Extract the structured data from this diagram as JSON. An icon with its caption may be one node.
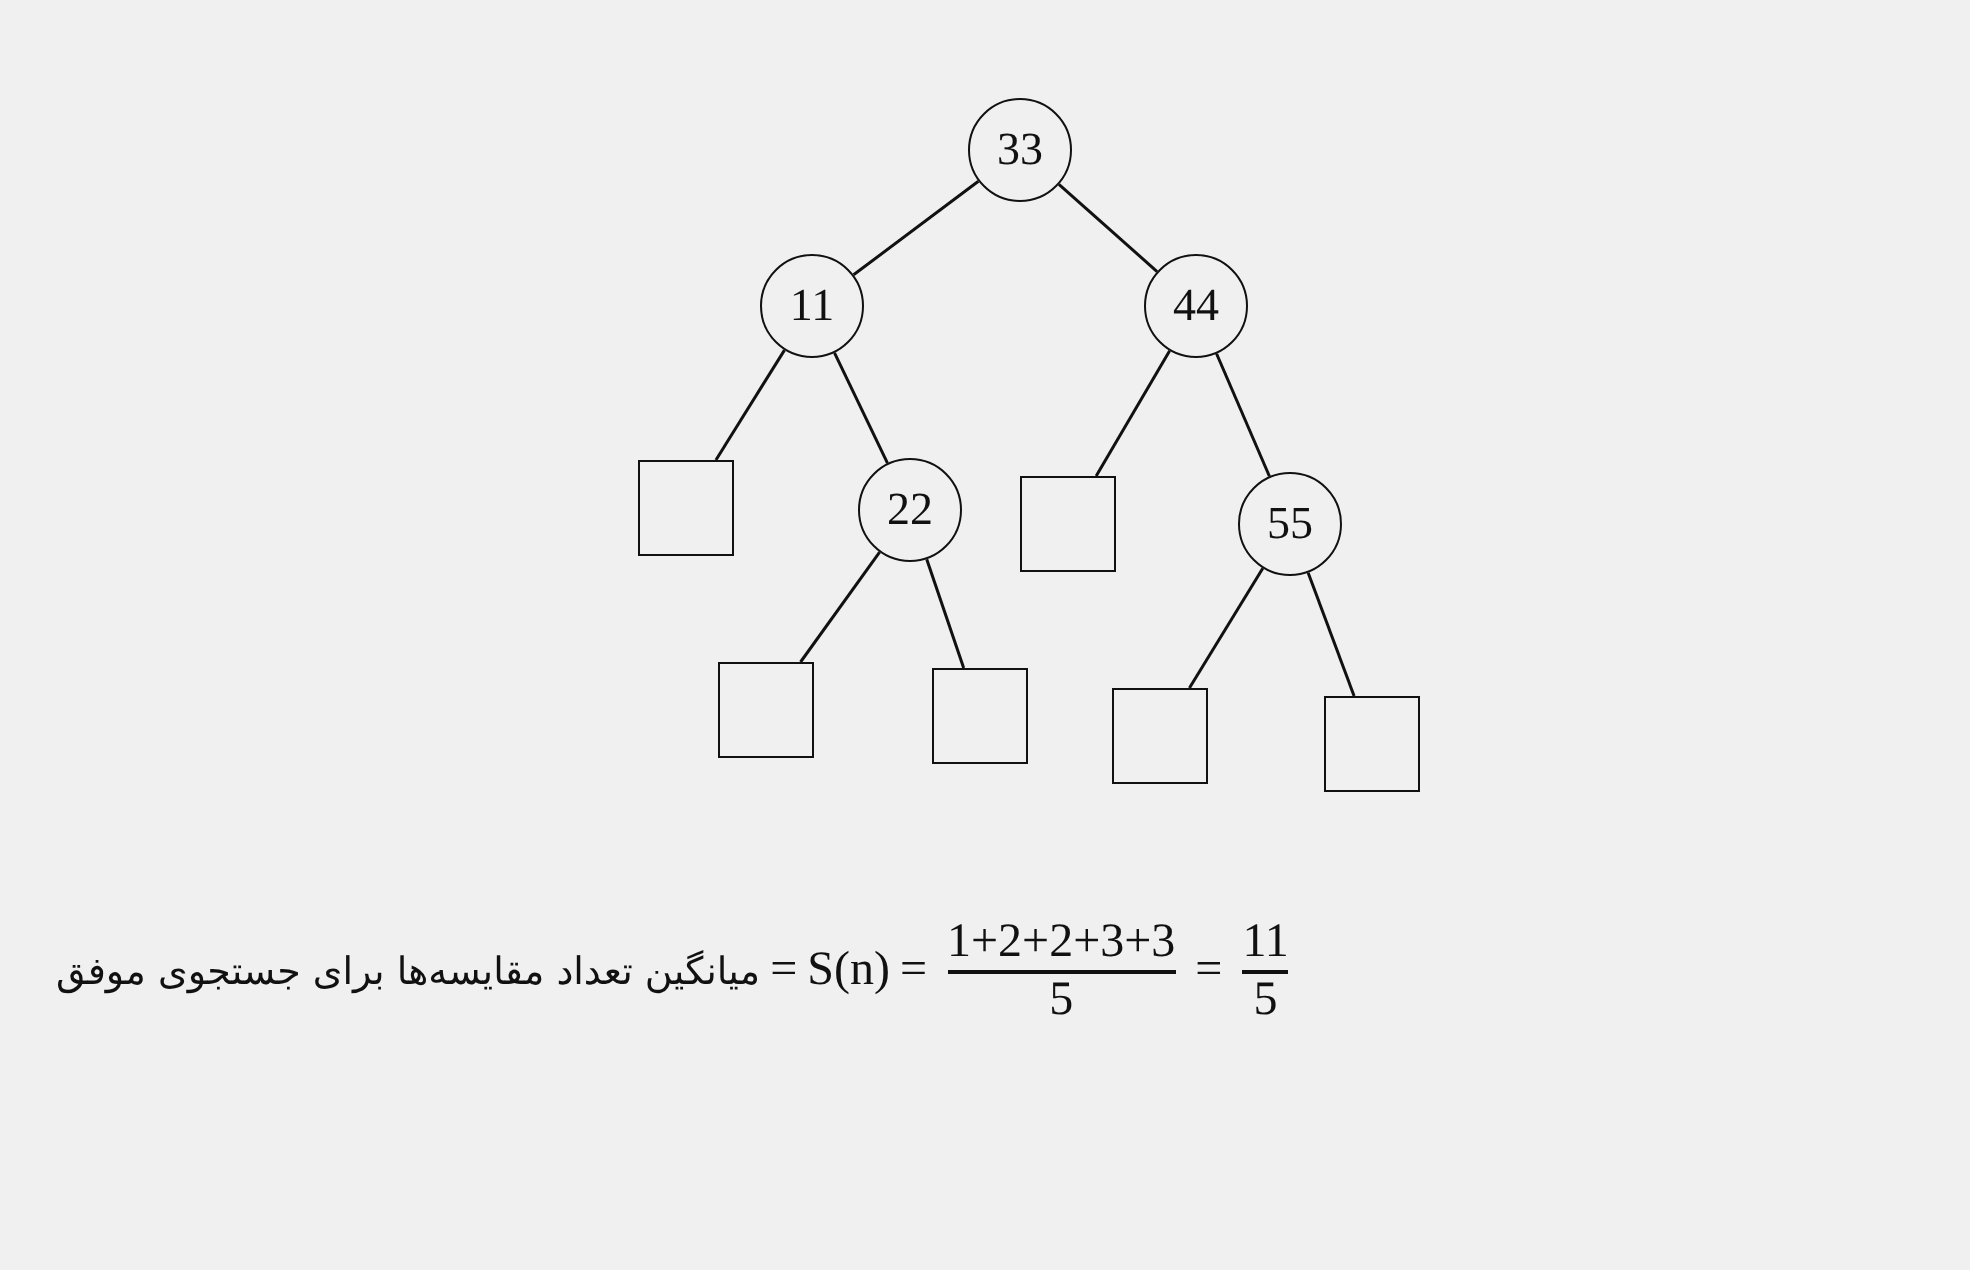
{
  "diagram": {
    "nodes": [
      {
        "text": [
          "33"
        ]
      },
      {
        "text": [
          "11"
        ]
      },
      {
        "text": [
          "44"
        ]
      },
      {
        "text": [],
        "shape": "box"
      },
      {
        "text": [
          "22"
        ]
      },
      {
        "text": [],
        "shape": "box"
      },
      {
        "text": [
          "55"
        ]
      },
      {
        "text": [],
        "shape": "box"
      },
      {
        "text": [],
        "shape": "box"
      },
      {
        "text": [],
        "shape": "box"
      },
      {
        "text": [],
        "shape": "box"
      }
    ],
    "edges": [
      {
        "from": 0,
        "to": 1,
        "arrow": "none"
      },
      {
        "from": 0,
        "to": 2,
        "arrow": "none"
      },
      {
        "from": 1,
        "to": 3,
        "arrow": "none"
      },
      {
        "from": 1,
        "to": 4,
        "arrow": "none"
      },
      {
        "from": 2,
        "to": 5,
        "arrow": "none"
      },
      {
        "from": 2,
        "to": 6,
        "arrow": "none"
      },
      {
        "from": 4,
        "to": 7,
        "arrow": "none"
      },
      {
        "from": 4,
        "to": 8,
        "arrow": "none"
      },
      {
        "from": 6,
        "to": 9,
        "arrow": "none"
      },
      {
        "from": 6,
        "to": 10,
        "arrow": "none"
      }
    ],
    "labels": [
      "میانگین تعداد مقایسه‌ها برای جستجوی موفق",
      "=",
      "S(n)",
      "=",
      "1+2+2+3+3",
      "5",
      "=",
      "11",
      "5"
    ]
  }
}
